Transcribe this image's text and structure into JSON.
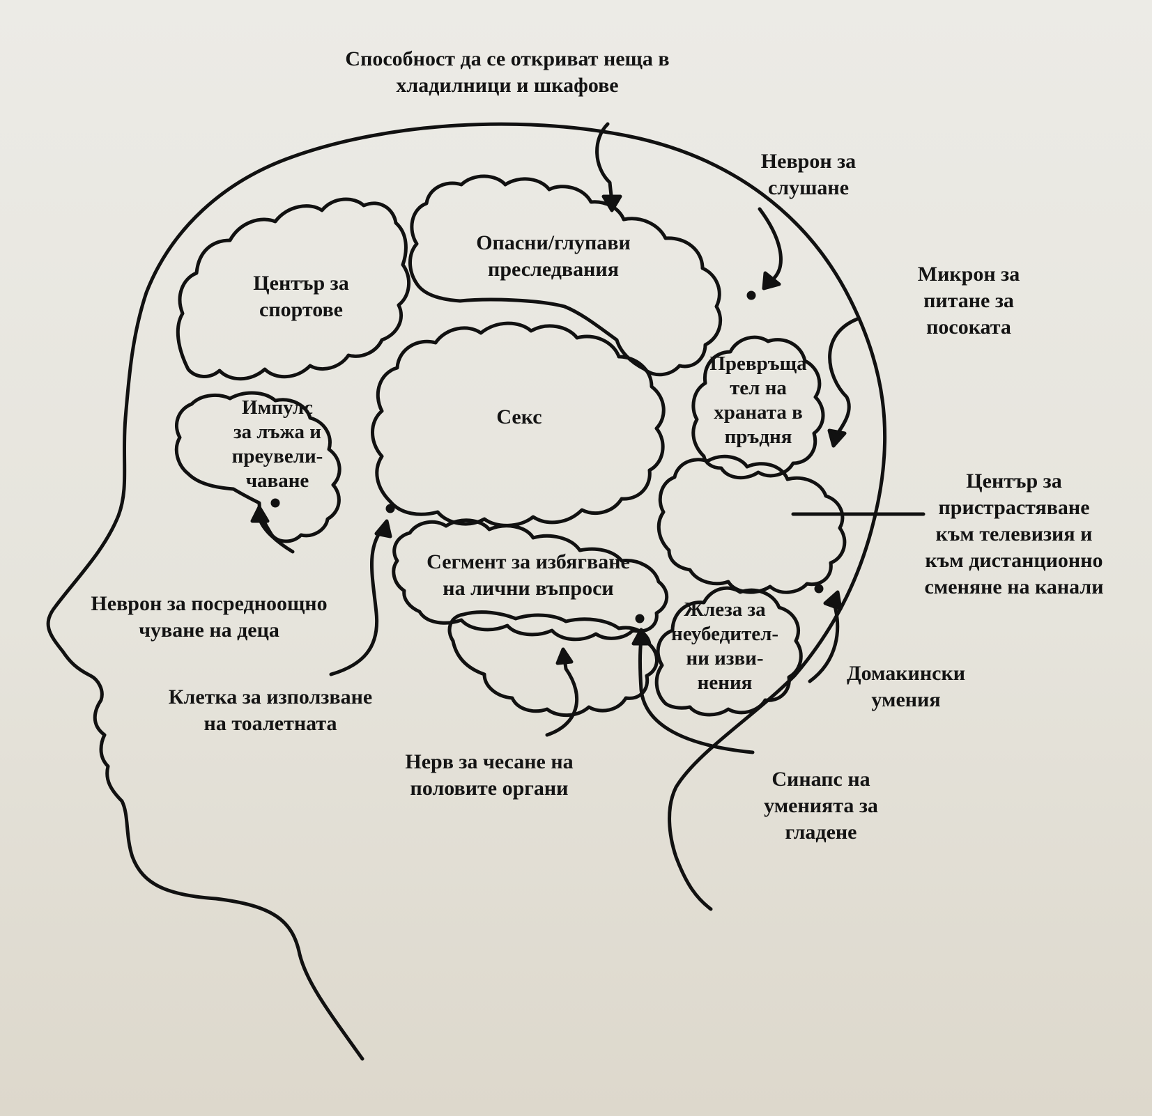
{
  "labels": {
    "fridge_ability": [
      "Способност да се откриват неща в",
      "хладилници и шкафове"
    ],
    "listening_neuron": [
      "Неврон за",
      "слушане"
    ],
    "dangerous_pursuits": [
      "Опасни/глупави",
      "преследвания"
    ],
    "sports_center": [
      "Център за",
      "спортове"
    ],
    "direction_micron": [
      "Микрон за",
      "питане за",
      "посоката"
    ],
    "food_converter": [
      "Превръща",
      "тел на",
      "храната в",
      "пръдня"
    ],
    "sex": [
      "Секс"
    ],
    "lie_impulse": [
      "Импулс",
      "за лъжа и",
      "преувели-",
      "чаване"
    ],
    "tv_addiction": [
      "Център за",
      "пристрастяване",
      "към телевизия и",
      "към дистанционно",
      "сменяне на канали"
    ],
    "avoid_questions": [
      "Сегмент за избягване",
      "на лични въпроси"
    ],
    "excuses_gland": [
      "Жлеза за",
      "неубедител-",
      "ни изви-",
      "нения"
    ],
    "childcare_neuron": [
      "Неврон за посредноощно",
      "чуване на деца"
    ],
    "toilet_cell": [
      "Клетка за използване",
      "на тоалетната"
    ],
    "household_skills": [
      "Домакински",
      "умения"
    ],
    "scratch_nerve": [
      "Нерв за чесане на",
      "половите органи"
    ],
    "ironing_synapse": [
      "Синапс на",
      "уменията за",
      "гладене"
    ]
  }
}
